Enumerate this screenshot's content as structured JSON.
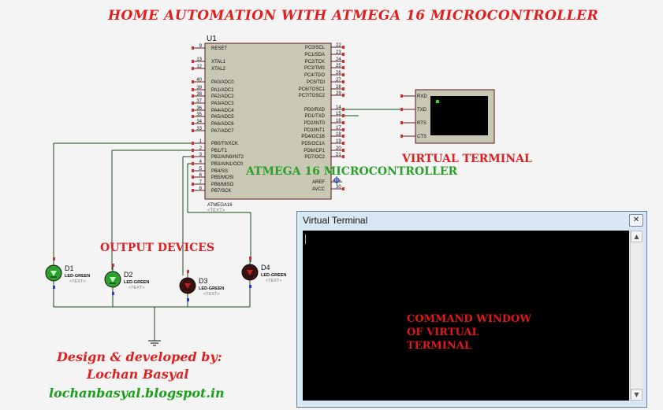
{
  "header": {
    "title": "HOME AUTOMATION WITH ATMEGA 16 MICROCONTROLLER"
  },
  "mcu": {
    "ref": "U1",
    "part": "ATMEGA16",
    "text_placeholder": "<TEXT>",
    "label": "ATMEGA 16 MICROCONTROLLER",
    "left_pins": [
      {
        "num": "9",
        "name": "RESET"
      },
      {
        "num": "13",
        "name": "XTAL1"
      },
      {
        "num": "12",
        "name": "XTAL2"
      },
      {
        "num": "40",
        "name": "PA0/ADC0"
      },
      {
        "num": "39",
        "name": "PA1/ADC1"
      },
      {
        "num": "38",
        "name": "PA2/ADC2"
      },
      {
        "num": "37",
        "name": "PA3/ADC3"
      },
      {
        "num": "36",
        "name": "PA4/ADC4"
      },
      {
        "num": "35",
        "name": "PA5/ADC5"
      },
      {
        "num": "34",
        "name": "PA6/ADC6"
      },
      {
        "num": "33",
        "name": "PA7/ADC7"
      },
      {
        "num": "1",
        "name": "PB0/T0/XCK"
      },
      {
        "num": "2",
        "name": "PB1/T1"
      },
      {
        "num": "3",
        "name": "PB2/AIN0/INT2"
      },
      {
        "num": "4",
        "name": "PB3/AIN1/OC0"
      },
      {
        "num": "5",
        "name": "PB4/SS"
      },
      {
        "num": "6",
        "name": "PB5/MOSI"
      },
      {
        "num": "7",
        "name": "PB6/MISO"
      },
      {
        "num": "8",
        "name": "PB7/SCK"
      }
    ],
    "right_pins": [
      {
        "num": "22",
        "name": "PC0/SCL"
      },
      {
        "num": "23",
        "name": "PC1/SDA"
      },
      {
        "num": "24",
        "name": "PC2/TCK"
      },
      {
        "num": "25",
        "name": "PC3/TMS"
      },
      {
        "num": "26",
        "name": "PC4/TDO"
      },
      {
        "num": "27",
        "name": "PC5/TDI"
      },
      {
        "num": "28",
        "name": "PC6/TOSC1"
      },
      {
        "num": "29",
        "name": "PC7/TOSC2"
      },
      {
        "num": "14",
        "name": "PD0/RXD"
      },
      {
        "num": "15",
        "name": "PD1/TXD"
      },
      {
        "num": "16",
        "name": "PD2/INT0"
      },
      {
        "num": "17",
        "name": "PD3/INT1"
      },
      {
        "num": "18",
        "name": "PD4/OC1B"
      },
      {
        "num": "19",
        "name": "PD5/OC1A"
      },
      {
        "num": "20",
        "name": "PD6/ICP1"
      },
      {
        "num": "21",
        "name": "PD7/OC2"
      },
      {
        "num": "",
        "name": "AREF"
      },
      {
        "num": "30",
        "name": "AVCC"
      }
    ]
  },
  "terminal_symbol": {
    "label": "VIRTUAL TERMINAL",
    "pins": [
      "RXD",
      "TXD",
      "RTS",
      "CTS"
    ]
  },
  "leds": [
    {
      "ref": "D1",
      "type": "LED-GREEN",
      "text": "<TEXT>",
      "state": "on",
      "color": "#2ea02e"
    },
    {
      "ref": "D2",
      "type": "LED-GREEN",
      "text": "<TEXT>",
      "state": "on",
      "color": "#2ea02e"
    },
    {
      "ref": "D3",
      "type": "LED-GREEN",
      "text": "<TEXT>",
      "state": "off",
      "color": "#3a1010"
    },
    {
      "ref": "D4",
      "type": "LED-GREEN",
      "text": "<TEXT>",
      "state": "off",
      "color": "#3a1010"
    }
  ],
  "output_label": "OUTPUT DEVICES",
  "credits": {
    "line1": "Design & developed by:",
    "line2": "Lochan Basyal",
    "blog": "lochanbasyal.blogspot.in"
  },
  "window": {
    "title": "Virtual Terminal",
    "close": "✕",
    "scroll_up": "▲",
    "scroll_down": "▼",
    "command_text": [
      "COMMAND WINDOW",
      "OF VIRTUAL",
      "TERMINAL"
    ]
  },
  "colors": {
    "accent_red": "#e02020",
    "label_green": "#2aa02a",
    "chip_fill": "#c8c8b4"
  }
}
